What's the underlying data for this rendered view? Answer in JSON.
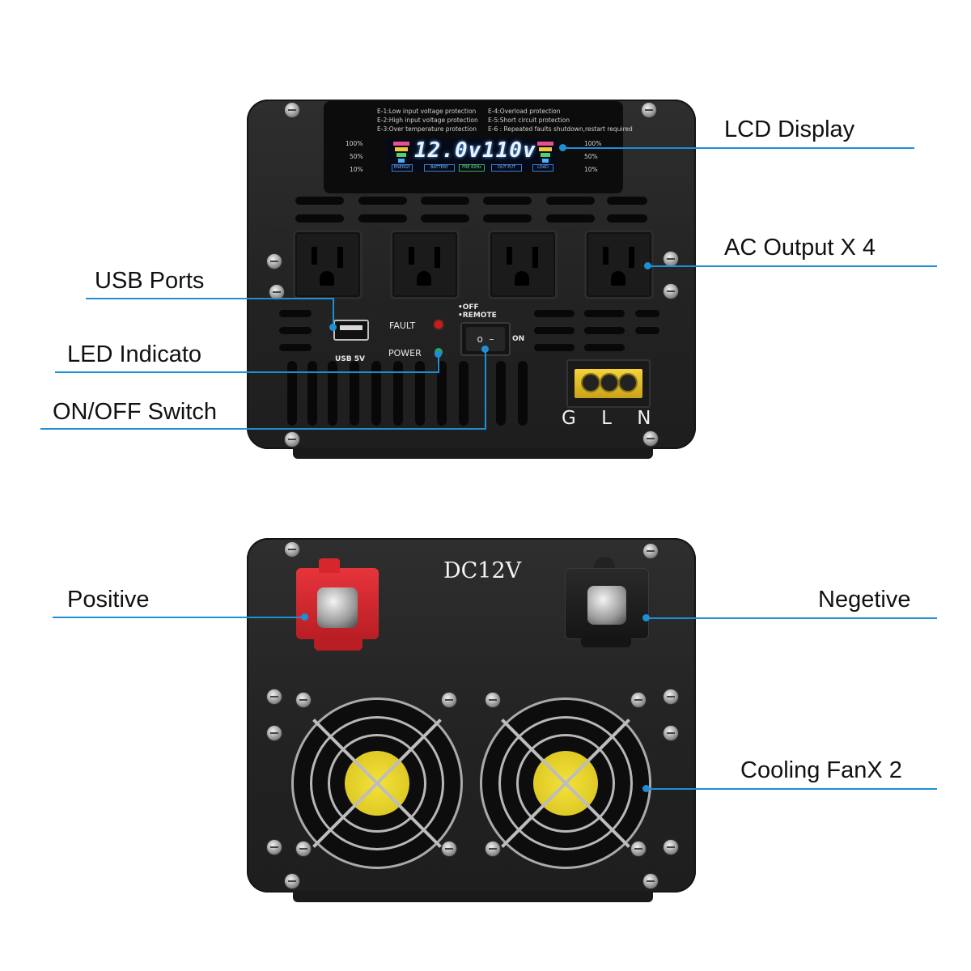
{
  "callouts": {
    "lcd_display": "LCD Display",
    "ac_output": "AC Output X 4",
    "usb_ports": "USB Ports",
    "led_indicator": "LED Indicato",
    "on_off_switch": "ON/OFF Switch",
    "positive": "Positive",
    "negative": "Negetive",
    "cooling_fan": "Cooling FanX 2"
  },
  "lcd": {
    "errors": [
      "E-1:Low input voltage protection",
      "E-2:High input voltage protection",
      "E-3:Over temperature protection",
      "E-4:Overload protection",
      "E-5:Short circuit protection",
      "E-6 : Repeated faults shutdown,restart required"
    ],
    "left_levels": [
      "100%",
      "50%",
      "10%"
    ],
    "right_levels": [
      "100%",
      "50%",
      "10%"
    ],
    "battery_reading": "12.0v",
    "output_reading": "110v",
    "tags": [
      "ENERGY",
      "BATTERY",
      "FRE 60Hz",
      "OUT PUT",
      "LOAD"
    ]
  },
  "front_panel": {
    "usb_label": "USB 5V",
    "fault_label": "FAULT",
    "power_label": "POWER",
    "switch_off": "•OFF",
    "switch_remote": "•REMOTE",
    "switch_on": "ON",
    "terminal_labels": "G L N"
  },
  "rear_panel": {
    "voltage": "DC12V"
  },
  "colors": {
    "callout_line": "#1e8fd6",
    "positive_terminal": "#d8262d",
    "negative_terminal": "#1c1c1c",
    "fan_hub": "#e6d22a",
    "fault_led": "#c81d1d",
    "power_led": "#2aa84a"
  }
}
